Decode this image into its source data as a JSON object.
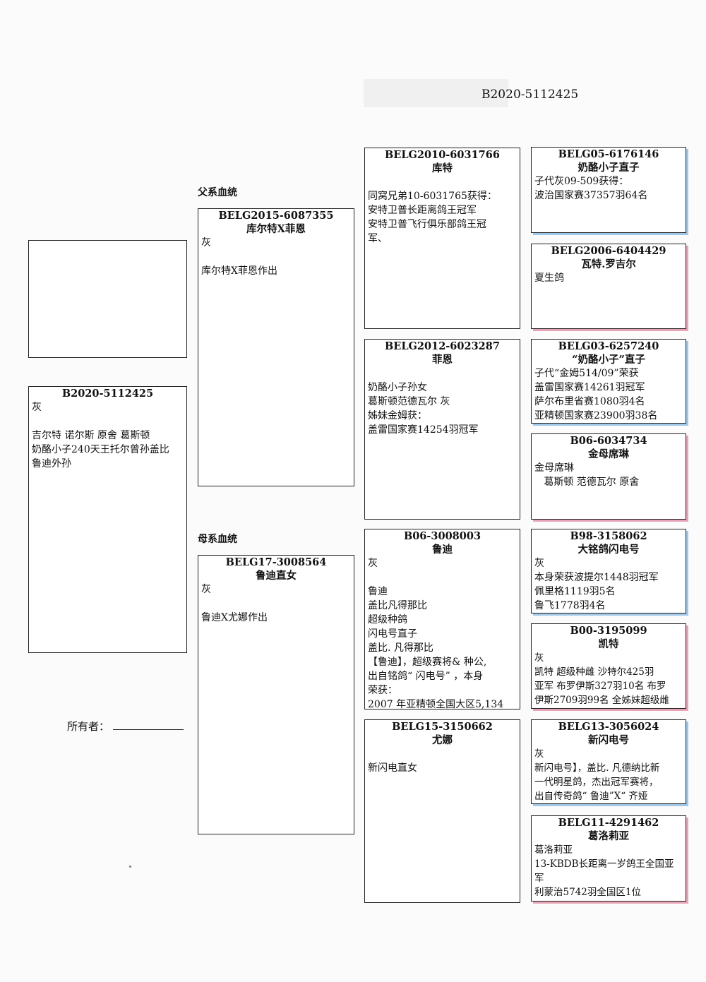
{
  "header_id": "B2020-5112425",
  "paternal_label": "父系血统",
  "maternal_label": "母系血统",
  "owner_label": "所有者：",
  "subject": {
    "ring": "B2020-5112425",
    "lines": [
      "灰",
      "",
      "吉尔特 诺尔斯 原舍 葛斯顿",
      "奶酪小子240天王托尔曾孙盖比",
      "鲁迪外孙"
    ]
  },
  "sire": {
    "ring": "BELG2015-6087355",
    "name": "库尔特X菲恩",
    "lines": [
      "灰",
      "",
      "库尔特X菲恩作出"
    ]
  },
  "dam": {
    "ring": "BELG17-3008564",
    "name": "鲁迪直女",
    "lines": [
      "灰",
      "",
      "鲁迪X尤娜作出"
    ]
  },
  "ss": {
    "ring": "BELG2010-6031766",
    "name": "库特",
    "lines": [
      "",
      "同窝兄弟10-6031765获得：",
      "安特卫普长距离鸽王冠军",
      "安特卫普飞行俱乐部鸽王冠",
      "军、"
    ]
  },
  "sd": {
    "ring": "BELG2012-6023287",
    "name": "菲恩",
    "lines": [
      "",
      "奶酪小子孙女",
      "葛斯顿范德瓦尔 灰",
      "姊妹金姆获：",
      "盖雷国家赛14254羽冠军"
    ]
  },
  "ds": {
    "ring": "B06-3008003",
    "name": "鲁迪",
    "lines": [
      "灰",
      "",
      "鲁迪",
      "盖比凡得那比",
      "超级种鸽",
      "闪电号直子",
      "盖比. 凡得那比",
      "【鲁迪】，超级赛将& 种公,",
      "出自铭鸽“ 闪电号” ，本身",
      "荣获：",
      "2007 年亚精顿全国大区5,134"
    ]
  },
  "dd": {
    "ring": "BELG15-3150662",
    "name": "尤娜",
    "lines": [
      "",
      "新闪电直女"
    ]
  },
  "sss": {
    "ring": "BELG05-6176146",
    "name": "奶酪小子直子",
    "lines": [
      "子代灰09-509获得：",
      "波治国家赛37357羽64名"
    ]
  },
  "ssd": {
    "ring": "BELG2006-6404429",
    "name": "瓦特.罗吉尔",
    "lines": [
      "夏生鸽"
    ]
  },
  "sds": {
    "ring": "BELG03-6257240",
    "name": "“奶酪小子”直子",
    "lines": [
      "子代“金姆514/09”荣获",
      "盖雷国家赛14261羽冠军",
      "萨尔布里省赛1080羽4名",
      "亚精顿国家赛23900羽38名"
    ]
  },
  "sdd": {
    "ring": "B06-6034734",
    "name": "金母席琳",
    "lines": [
      "金母席琳",
      "   葛斯顿 范德瓦尔 原舍"
    ]
  },
  "dss": {
    "ring": "B98-3158062",
    "name": "大铭鸽闪电号",
    "lines": [
      "灰",
      "本身荣获波提尔1448羽冠军",
      "佩里格1119羽5名",
      "鲁飞1778羽4名"
    ]
  },
  "dsd": {
    "ring": "B00-3195099",
    "name": "凯特",
    "lines": [
      "灰",
      "凯特 超级种雌  沙特尔425羽",
      "亚军 布罗伊斯327羽10名 布罗",
      "伊斯2709羽99名 全姊妹超级雌"
    ]
  },
  "dds": {
    "ring": "BELG13-3056024",
    "name": "新闪电号",
    "lines": [
      "灰",
      "新闪电号】，盖比. 凡德纳比新",
      "一代明星鸽，杰出冠军赛将，",
      "出自传奇鸽“ 鲁迪”X“ 齐娅"
    ]
  },
  "ddd": {
    "ring": "BELG11-4291462",
    "name": "葛洛莉亚",
    "lines": [
      "葛洛莉亚",
      "13-KBDB长距离一岁鸽王全国亚",
      "军",
      "利蒙治5742羽全国区1位"
    ]
  }
}
